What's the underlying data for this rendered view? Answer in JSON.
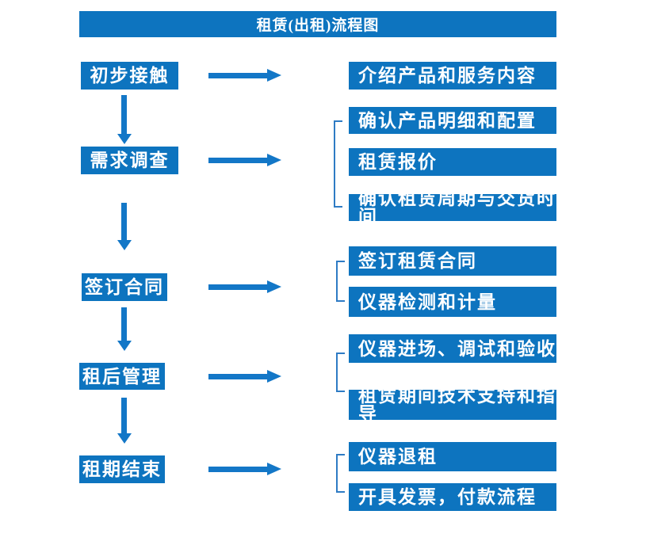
{
  "title": "租赁(出租)流程图",
  "palette": {
    "box_blue": "#0d74bf",
    "arrow_blue": "#1377c7",
    "bracket_blue": "#2e7bc4",
    "text": "#ffffff",
    "background": "#ffffff"
  },
  "flow": {
    "stages": [
      {
        "label": "初步接触",
        "outputs": [
          "介绍产品和服务内容"
        ]
      },
      {
        "label": "需求调查",
        "outputs": [
          "确认产品明细和配置",
          "租赁报价",
          "确认租赁周期与交货时间"
        ]
      },
      {
        "label": "签订合同",
        "outputs": [
          "签订租赁合同",
          "仪器检测和计量"
        ]
      },
      {
        "label": "租后管理",
        "outputs": [
          "仪器进场、调试和验收",
          "租赁期间技术支持和指导"
        ]
      },
      {
        "label": "租期结束",
        "outputs": [
          "仪器退租",
          "开具发票，付款流程"
        ]
      }
    ]
  }
}
